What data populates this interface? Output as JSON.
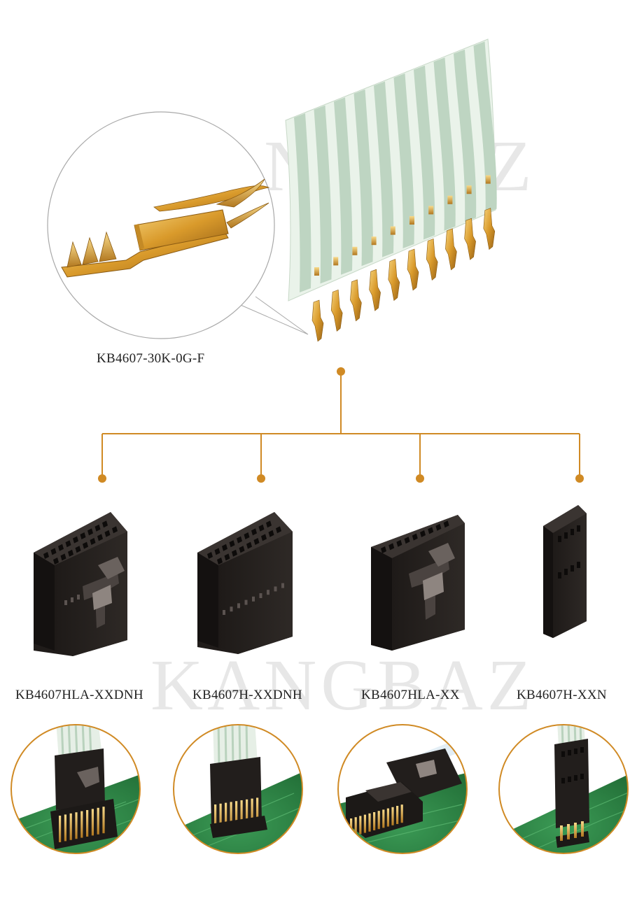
{
  "watermark": {
    "text": "KANGBAZ"
  },
  "terminal": {
    "part_number": "KB4607-30K-0G-F"
  },
  "products": [
    {
      "part_number": "KB4607HLA-XXDNH"
    },
    {
      "part_number": "KB4607H-XXDNH"
    },
    {
      "part_number": "KB4607HLA-XX"
    },
    {
      "part_number": "KB4607H-XXN"
    }
  ],
  "colors": {
    "accent": "#d08a24",
    "housing": "#2a2522",
    "housing_dark": "#161311",
    "gold": "#e0a93a",
    "pcb": "#2f8a4a",
    "cable_stripe": "#b9d2bd"
  }
}
